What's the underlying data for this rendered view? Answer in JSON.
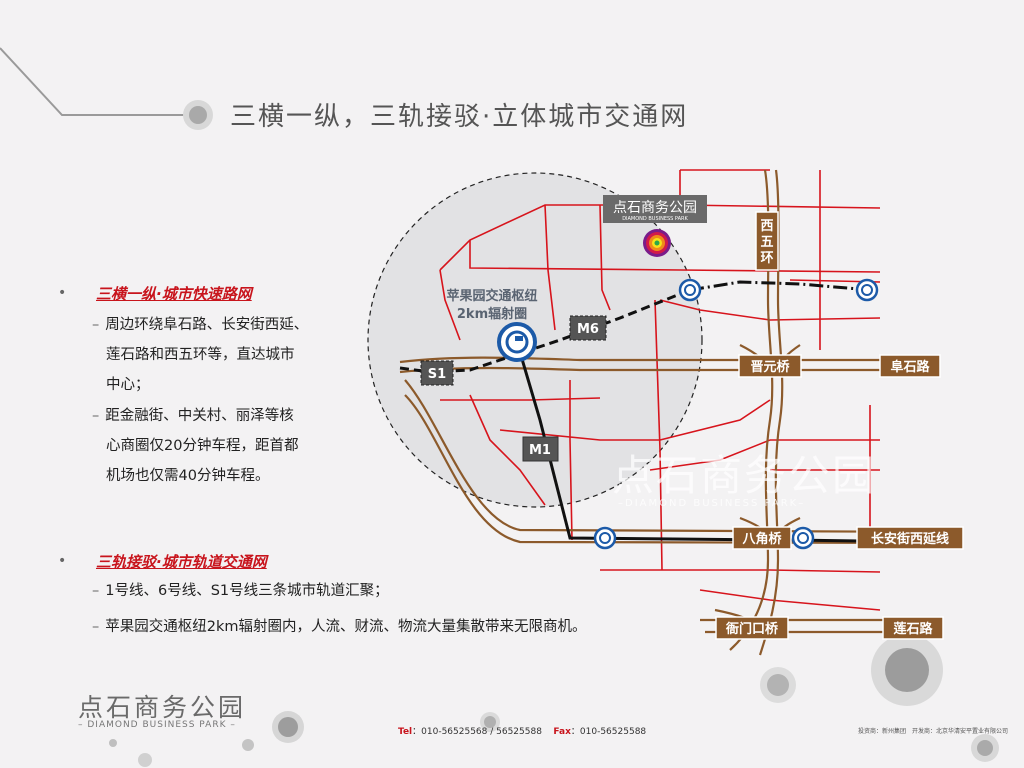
{
  "slide": {
    "title": "三横一纵，三轨接驳·立体城市交通网"
  },
  "left_panel": {
    "section1": {
      "heading": "三横一纵·城市快速路网",
      "items": [
        {
          "lines": [
            "周边环绕阜石路、长安街西延、",
            "莲石路和西五环等，直达城市",
            "中心；"
          ]
        },
        {
          "lines": [
            "距金融街、中关村、丽泽等核",
            "心商圈仅20分钟车程，距首都",
            "机场也仅需40分钟车程。"
          ]
        }
      ]
    },
    "section2": {
      "heading": "三轨接驳·城市轨道交通网",
      "items": [
        {
          "lines": [
            "1号线、6号线、S1号线三条城市轨道汇聚；"
          ]
        },
        {
          "lines": [
            "苹果园交通枢纽2km辐射圈内，人流、财流、物流大量集散带来无限商机。"
          ]
        }
      ]
    }
  },
  "map": {
    "site_label": "点石商务公园",
    "site_sublabel": "DIAMOND BUSINESS PARK",
    "hub_label_line1": "苹果园交通枢纽",
    "hub_label_line2": "2km辐射圈",
    "metro_lines": {
      "s1": "S1",
      "m6": "M6",
      "m1": "M1"
    },
    "roads": {
      "xiwuhuan": [
        "西",
        "五",
        "环"
      ],
      "jinyuanqiao": "晋元桥",
      "fushilu": "阜石路",
      "bajiaoqiao": "八角桥",
      "changanjie": "长安街西延线",
      "yamenkouqiao": "衙门口桥",
      "lianshilu": "莲石路"
    },
    "watermark_main": "点石商务公园",
    "watermark_sub": "–DIAMOND BUSINESS PARK–",
    "colors": {
      "road_red": "#d7141c",
      "road_brown": "#8c5a2b",
      "label_brown": "#8c5a2b",
      "metro_black": "#111111"
    }
  },
  "footer": {
    "logo_main": "点石商务公园",
    "logo_sub": "– DIAMOND BUSINESS PARK –",
    "tel_key": "Tel",
    "tel_value": "：010-56525568 / 56525588",
    "fax_key": "Fax",
    "fax_value": "：010-56525588",
    "right_text": "投资商：新州集团　开发商：北京华清安平置业有限公司"
  }
}
